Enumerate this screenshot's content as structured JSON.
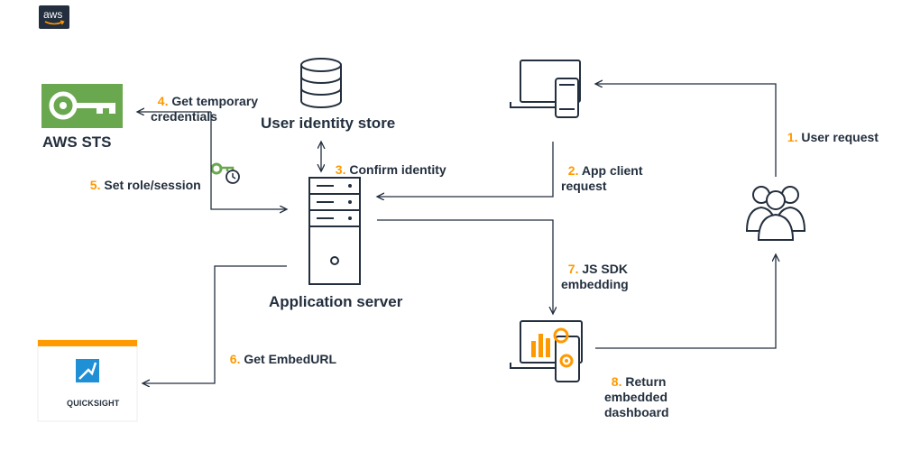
{
  "logo": {
    "text": "aws"
  },
  "nodes": {
    "sts": {
      "label": "AWS STS"
    },
    "identity_store": {
      "label": "User identity store"
    },
    "app_server": {
      "label": "Application server"
    },
    "quicksight": {
      "label": "QUICKSIGHT"
    }
  },
  "steps": [
    {
      "num": "1.",
      "text": "User request"
    },
    {
      "num": "2.",
      "text": "App client\nrequest"
    },
    {
      "num": "3.",
      "text": "Confirm identity"
    },
    {
      "num": "4.",
      "text": "Get temporary\ncredentials"
    },
    {
      "num": "5.",
      "text": "Set role/session"
    },
    {
      "num": "6.",
      "text": "Get EmbedURL"
    },
    {
      "num": "7.",
      "text": "JS SDK\nembedding"
    },
    {
      "num": "8.",
      "text": "Return\nembedded\ndashboard"
    }
  ],
  "colors": {
    "ink": "#232f3e",
    "accent": "#ff9900",
    "sts_green": "#6aa84f",
    "quicksight_blue": "#1f8fd6"
  }
}
